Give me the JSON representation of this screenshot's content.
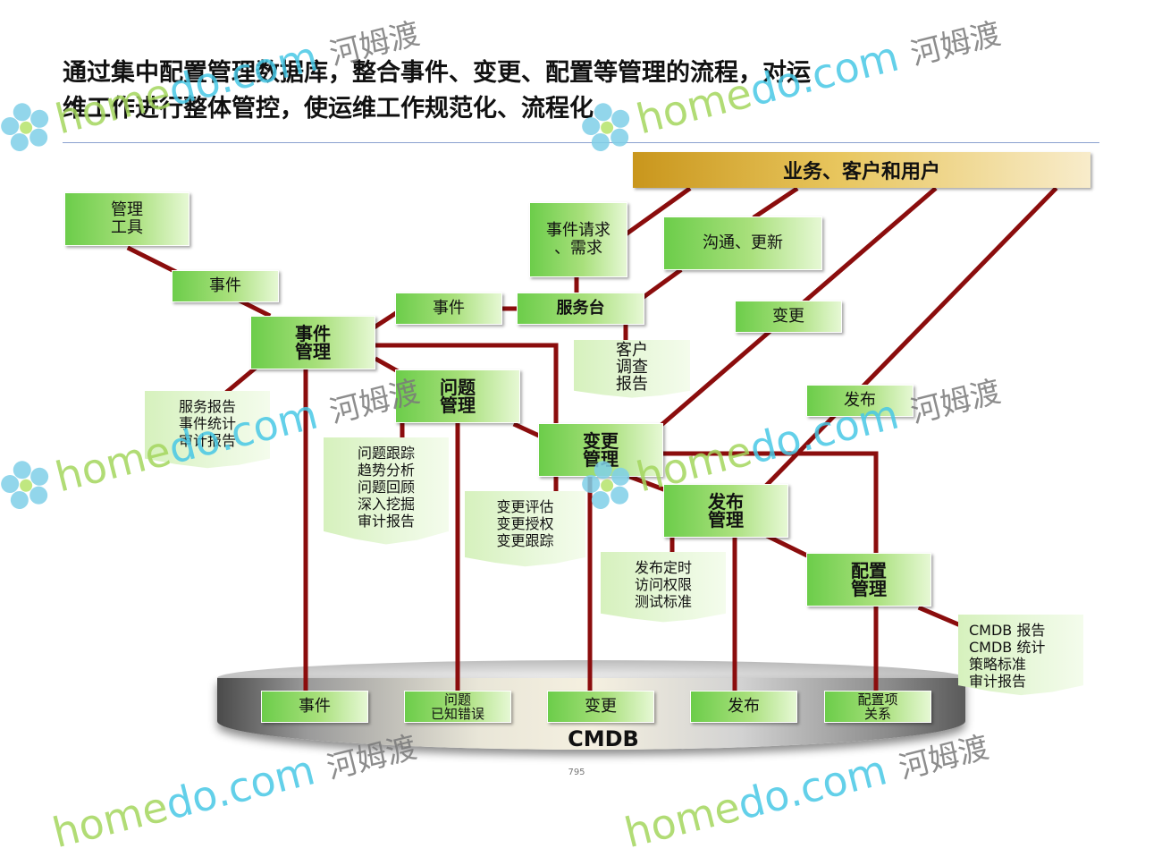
{
  "title": {
    "line1": "通过集中配置管理数据库，整合事件、变更、配置等管理的流程，对运",
    "line2": "维工作进行整体管控，使运维工作规范化、流程化"
  },
  "banner": "业务、客户和用户",
  "nodes": {
    "tools": "管理\n工具",
    "event_top": "事件",
    "incident_mgmt": "事件\n管理",
    "event_mid": "事件",
    "service_desk": "服务台",
    "request": "事件请求\n、需求",
    "communicate": "沟通、更新",
    "change_top": "变更",
    "release_top": "发布",
    "problem_mgmt": "问题\n管理",
    "change_mgmt": "变更\n管理",
    "release_mgmt": "发布\n管理",
    "config_mgmt": "配置\n管理"
  },
  "docs": {
    "incident_reports": "服务报告\n事件统计\n审计报告",
    "customer_survey": "客户\n调查\n报告",
    "problem_reports": "问题跟踪\n趋势分析\n问题回顾\n深入挖掘\n审计报告",
    "change_reports": "变更评估\n变更授权\n变更跟踪",
    "release_reports": "发布定时\n访问权限\n测试标准",
    "cmdb_reports": "CMDB 报告\nCMDB 统计\n策略标准\n审计报告"
  },
  "cmdb": {
    "label": "CMDB",
    "items": [
      "事件",
      "问题\n已知错误",
      "变更",
      "发布",
      "配置项\n关系"
    ]
  },
  "page_mark": "795",
  "watermark": {
    "latin_a": "home",
    "latin_b": "do.com",
    "cn": "河姆渡"
  },
  "colors": {
    "connector": "#8b0d0d",
    "node_green": "#6ccd4a",
    "banner_gold": "#c9961c"
  }
}
